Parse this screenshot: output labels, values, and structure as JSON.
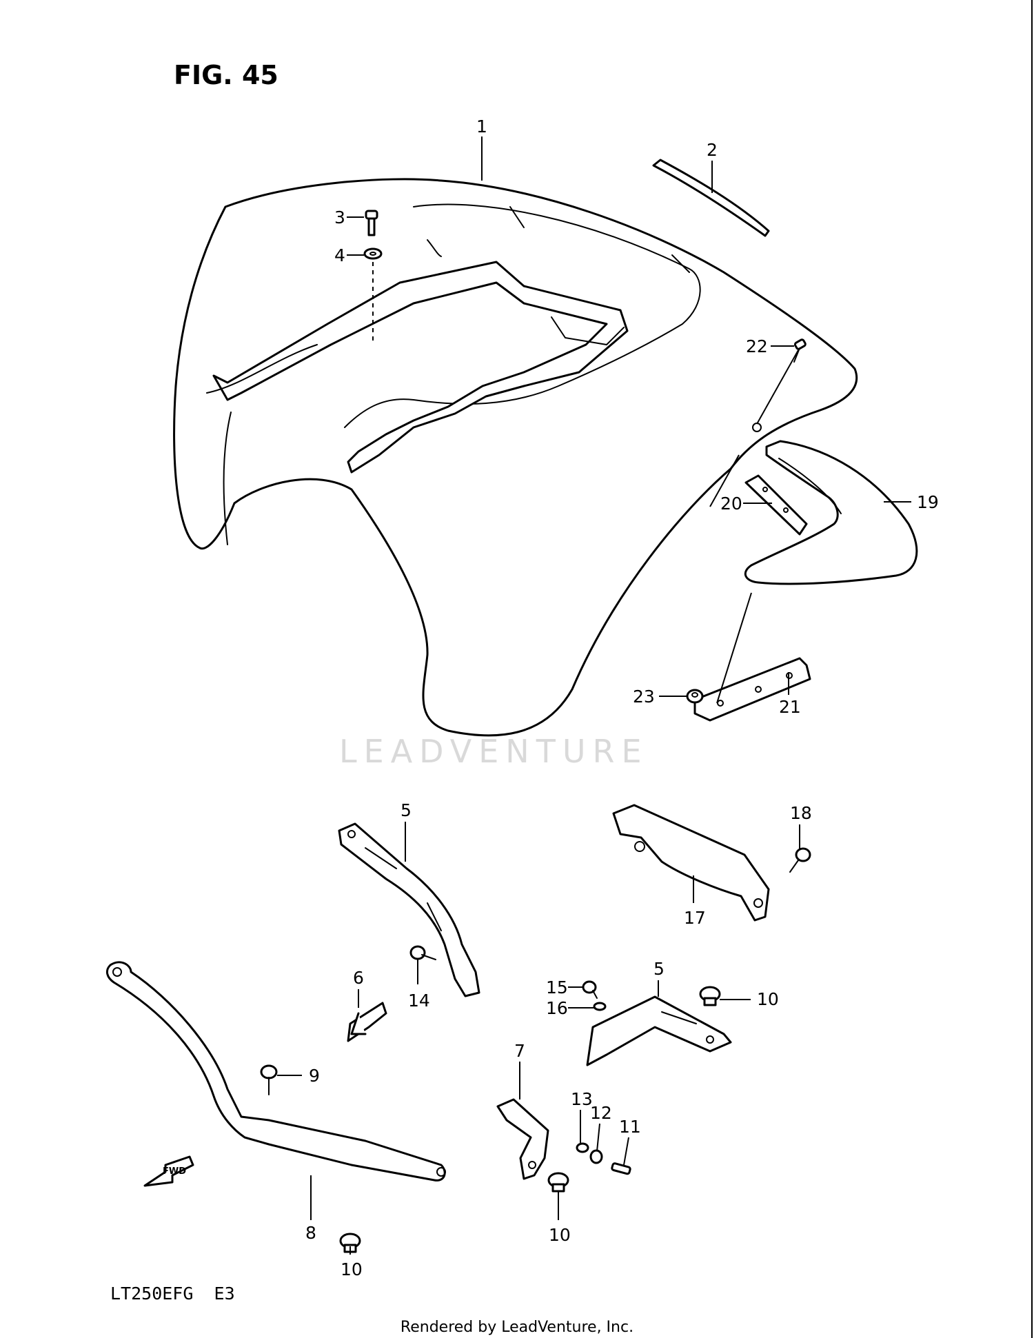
{
  "figure": {
    "title": "FIG. 45",
    "model_code": "LT250EFG  E3"
  },
  "watermark": {
    "brand": "LEADVENTURE"
  },
  "footer": {
    "rendered_by": "Rendered by LeadVenture, Inc."
  },
  "fwd_marker": {
    "label": "FWD"
  },
  "callouts": {
    "c1": "1",
    "c2": "2",
    "c3": "3",
    "c4": "4",
    "c22": "22",
    "c20": "20",
    "c19": "19",
    "c23": "23",
    "c21": "21",
    "c5a": "5",
    "c18": "18",
    "c17": "17",
    "c14": "14",
    "c6": "6",
    "c15": "15",
    "c5b": "5",
    "c10a": "10",
    "c16": "16",
    "c9": "9",
    "c7": "7",
    "c13": "13",
    "c12": "12",
    "c11": "11",
    "c8": "8",
    "c10b": "10",
    "c10c": "10"
  }
}
